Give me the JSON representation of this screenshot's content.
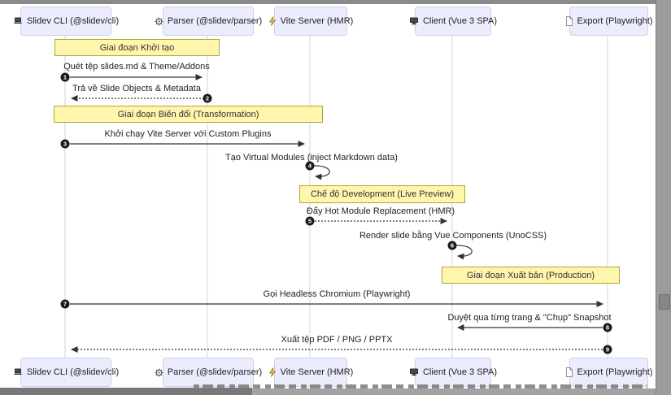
{
  "diagram": {
    "type": "sequence",
    "participants": [
      {
        "id": "cli",
        "label": "Slidev CLI (@slidev/cli)",
        "icon": "laptop-icon"
      },
      {
        "id": "parser",
        "label": "Parser (@slidev/parser)",
        "icon": "gear-icon"
      },
      {
        "id": "vite",
        "label": "Vite Server (HMR)",
        "icon": "lightning-icon"
      },
      {
        "id": "client",
        "label": "Client (Vue 3 SPA)",
        "icon": "monitor-icon"
      },
      {
        "id": "export",
        "label": "Export (Playwright)",
        "icon": "document-icon"
      }
    ],
    "notes": [
      {
        "label": "Giai đoạn Khởi tạo",
        "over": [
          "cli",
          "parser"
        ]
      },
      {
        "label": "Giai đoạn Biến đổi (Transformation)",
        "over": [
          "cli",
          "vite"
        ]
      },
      {
        "label": "Chế độ Development (Live Preview)",
        "over": [
          "vite",
          "client"
        ]
      },
      {
        "label": "Giai đoạn Xuất bản (Production)",
        "over": [
          "client",
          "export"
        ]
      }
    ],
    "messages": [
      {
        "seq": "1",
        "label": "Quét tệp slides.md & Theme/Addons",
        "from": "cli",
        "to": "parser",
        "line": "solid"
      },
      {
        "seq": "2",
        "label": "Trả về Slide Objects & Metadata",
        "from": "parser",
        "to": "cli",
        "line": "dotted"
      },
      {
        "seq": "3",
        "label": "Khởi chạy Vite Server với Custom Plugins",
        "from": "cli",
        "to": "vite",
        "line": "solid"
      },
      {
        "seq": "4",
        "label": "Tạo Virtual Modules (inject Markdown data)",
        "from": "vite",
        "to": "vite",
        "line": "self"
      },
      {
        "seq": "5",
        "label": "Đẩy Hot Module Replacement (HMR)",
        "from": "vite",
        "to": "client",
        "line": "dotted"
      },
      {
        "seq": "6",
        "label": "Render slide bằng Vue Components (UnoCSS)",
        "from": "client",
        "to": "client",
        "line": "self"
      },
      {
        "seq": "7",
        "label": "Gọi Headless Chromium (Playwright)",
        "from": "cli",
        "to": "export",
        "line": "solid"
      },
      {
        "seq": "8",
        "label": "Duyệt qua từng trang & \"Chụp\" Snapshot",
        "from": "export",
        "to": "client",
        "line": "solid"
      },
      {
        "seq": "9",
        "label": "Xuất tệp PDF / PNG / PPTX",
        "from": "export",
        "to": "cli",
        "line": "dotted"
      }
    ],
    "colors": {
      "actor_fill": "#ECECFF",
      "actor_border": "#cfcfec",
      "note_fill": "#FFF5AD",
      "note_border": "#AAAA33",
      "lifeline": "#d5d0ea",
      "arrow": "#333333",
      "badge": "#1b1b1b",
      "bolt": "#F3C73B",
      "chrome_gray": "#9c9c9c"
    }
  }
}
